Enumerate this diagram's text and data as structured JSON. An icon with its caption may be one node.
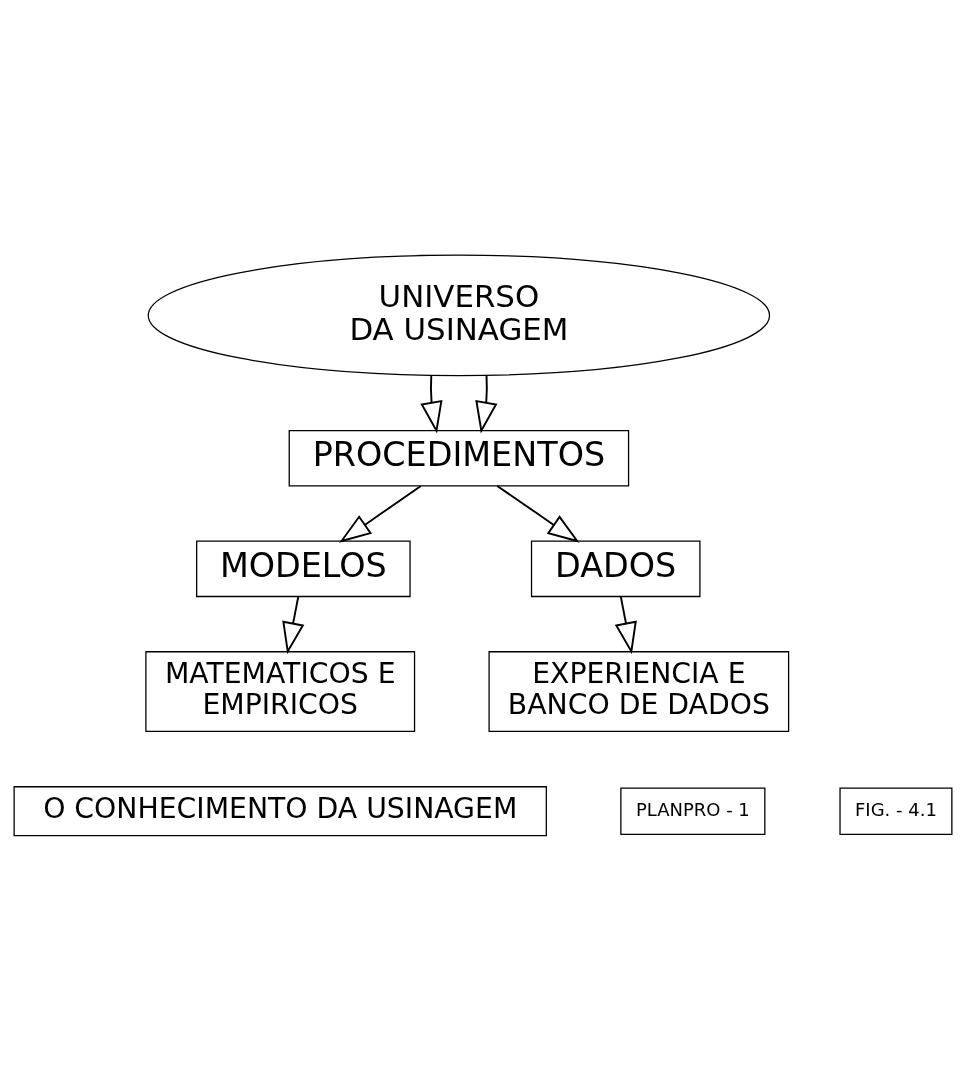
{
  "diagram": {
    "nodes": [
      {
        "text": [
          "UNIVERSO DA USINAGEM"
        ]
      },
      {
        "text": [
          "PROCEDIMENTOS"
        ]
      },
      {
        "text": [
          "MODELOS"
        ]
      },
      {
        "text": [
          "DADOS"
        ]
      },
      {
        "text": [
          "MATEMATICOS E EMPIRICOS"
        ]
      },
      {
        "text": [
          "EXPERIENCIA E BANCO DE DADOS"
        ]
      },
      {
        "text": [
          "O CONHECIMENTO DA USINAGEM"
        ]
      },
      {
        "text": [
          "PLANPRO - 1"
        ]
      },
      {
        "text": [
          "FIG. - 4.1"
        ]
      }
    ],
    "edges": [
      {
        "from": 0,
        "to": 1,
        "arrow": "to"
      },
      {
        "from": 0,
        "to": 1,
        "arrow": "to"
      },
      {
        "from": 1,
        "to": 2,
        "arrow": "to"
      },
      {
        "from": 1,
        "to": 3,
        "arrow": "to"
      },
      {
        "from": 2,
        "to": 4,
        "arrow": "to"
      },
      {
        "from": 3,
        "to": 5,
        "arrow": "to"
      }
    ]
  }
}
